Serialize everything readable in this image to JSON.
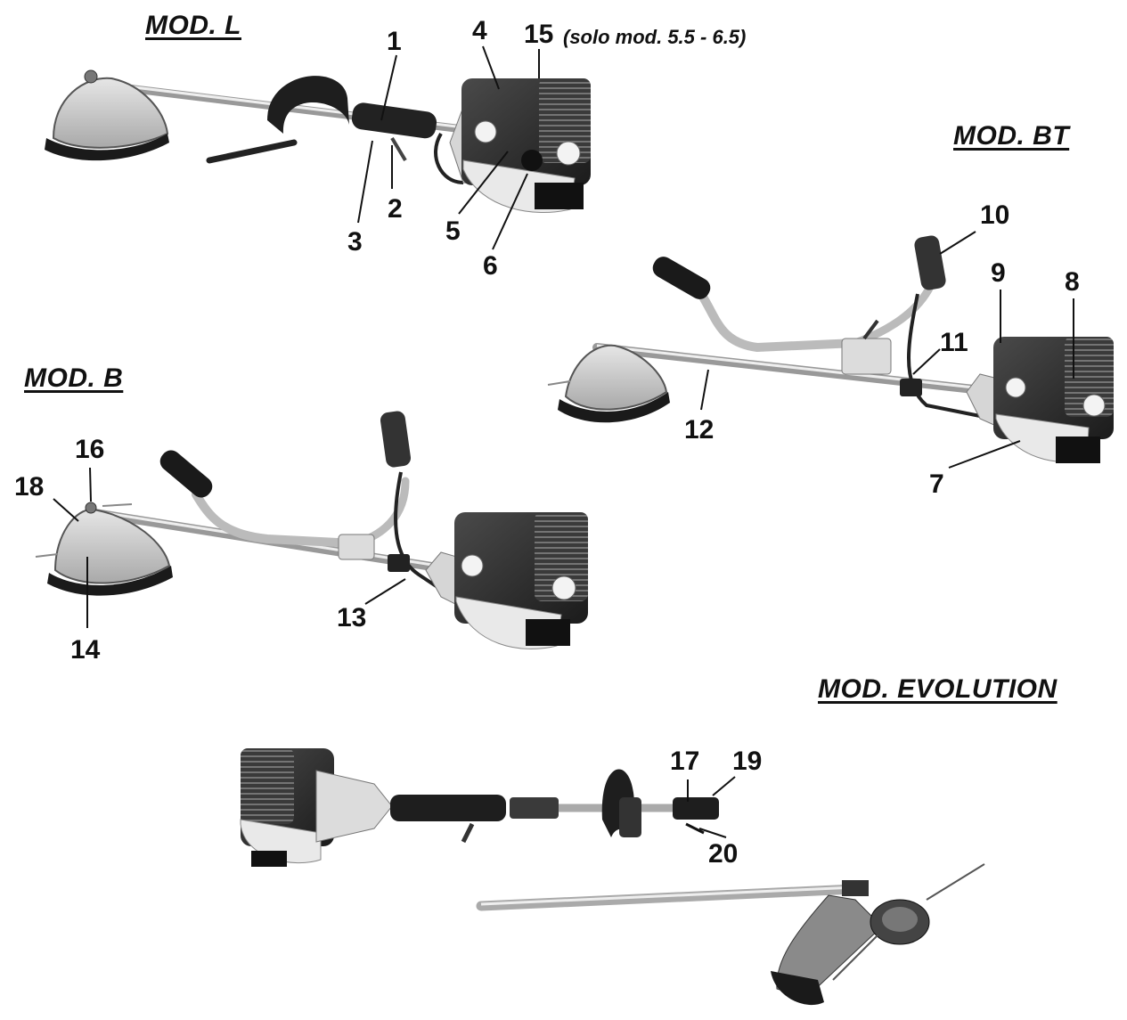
{
  "titles": {
    "mod_l": "MOD. L",
    "mod_bt": "MOD. BT",
    "mod_b": "MOD. B",
    "mod_evolution": "MOD. EVOLUTION"
  },
  "note_15": "(solo mod. 5.5 - 6.5)",
  "callouts": {
    "c1": "1",
    "c2": "2",
    "c3": "3",
    "c4": "4",
    "c5": "5",
    "c6": "6",
    "c7": "7",
    "c8": "8",
    "c9": "9",
    "c10": "10",
    "c11": "11",
    "c12": "12",
    "c13": "13",
    "c14": "14",
    "c15": "15",
    "c16": "16",
    "c17": "17",
    "c18": "18",
    "c19": "19",
    "c20": "20"
  },
  "colors": {
    "ink": "#111111",
    "engine": "#2b2b2b",
    "guard": "#c8c8c8",
    "shaft": "#d9d9d9",
    "rubber": "#1a1a1a"
  }
}
